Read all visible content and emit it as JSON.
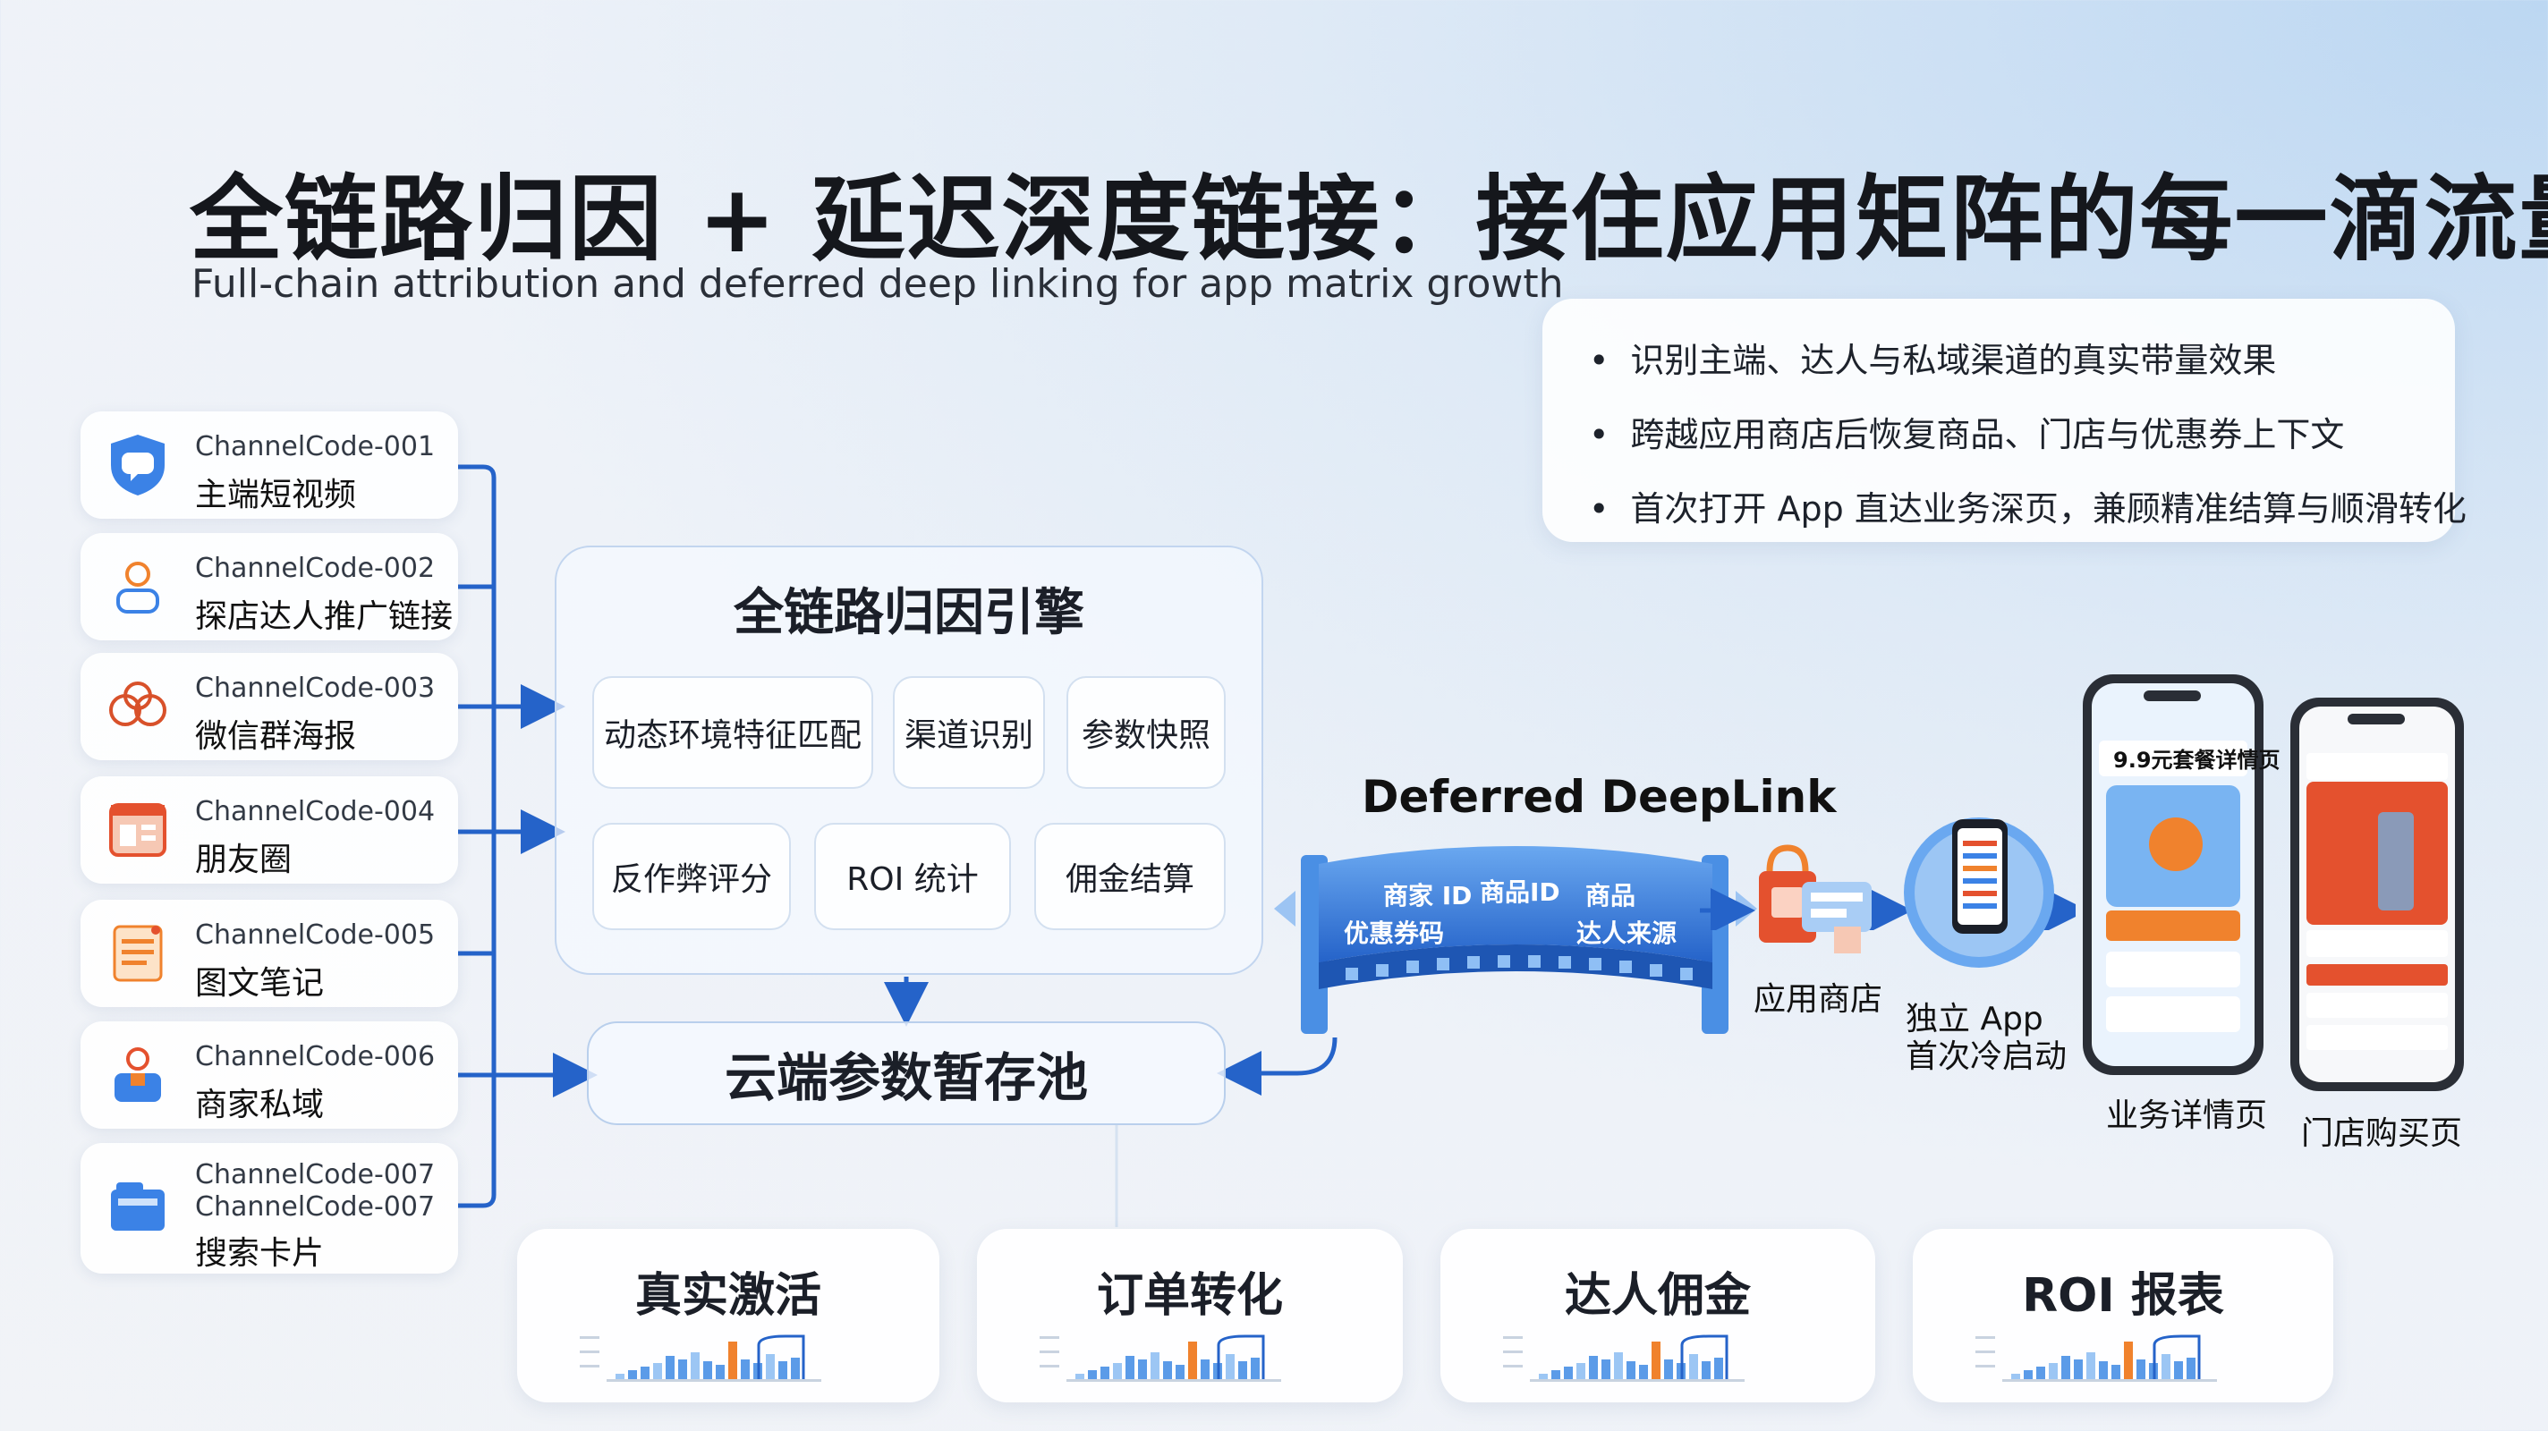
{
  "title": "全链路归因 + 延迟深度链接：接住应用矩阵的每一滴流量",
  "subtitle": "Full-chain attribution and deferred deep linking for app matrix growth",
  "bullets": [
    "识别主端、达人与私域渠道的真实带量效果",
    "跨越应用商店后恢复商品、门店与优惠券上下文",
    "首次打开 App 直达业务深页，兼顾精准结算与顺滑转化"
  ],
  "channels": [
    {
      "code": "ChannelCode-001",
      "name": "主端短视频",
      "icon": "shield-chat-icon"
    },
    {
      "code": "ChannelCode-002",
      "name": "探店达人推广链接",
      "icon": "person-icon"
    },
    {
      "code": "ChannelCode-003",
      "name": "微信群海报",
      "icon": "group-chat-icon"
    },
    {
      "code": "ChannelCode-004",
      "name": "朋友圈",
      "icon": "moments-window-icon"
    },
    {
      "code": "ChannelCode-005",
      "name": "图文笔记",
      "icon": "notes-icon"
    },
    {
      "code": "ChannelCode-006",
      "name": "商家私域",
      "icon": "merchant-person-icon"
    },
    {
      "code": "ChannelCode-007",
      "code2": "ChannelCode-007",
      "name": "搜索卡片",
      "icon": "folder-card-icon"
    }
  ],
  "engine": {
    "title": "全链路归因引擎",
    "modules": [
      "动态环境特征匹配",
      "渠道识别",
      "参数快照",
      "反作弊评分",
      "ROI 统计",
      "佣金结算"
    ]
  },
  "pool": "云端参数暂存池",
  "deferred": {
    "title": "Deferred DeepLink",
    "bridge_labels": [
      "商家 ID",
      "商品ID",
      "商品",
      "优惠券码",
      "达人来源"
    ]
  },
  "flow": {
    "store": "应用商店",
    "app_line1": "独立 App",
    "app_line2": "首次冷启动",
    "detail_page": "业务详情页",
    "store_page": "门店购买页",
    "phone1_header": "9.9元套餐详情页"
  },
  "metrics": [
    "真实激活",
    "订单转化",
    "达人佣金",
    "ROI 报表"
  ],
  "colors": {
    "accent": "#2563c9",
    "bridge": "#3b82e6",
    "orange": "#f0822d",
    "phone_red": "#e4512e"
  }
}
